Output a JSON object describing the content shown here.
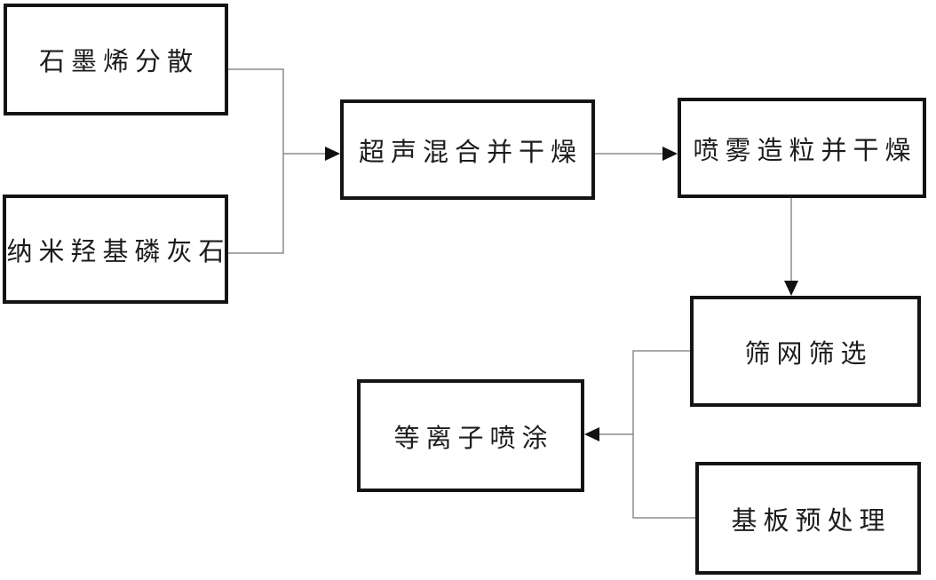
{
  "diagram": {
    "type": "flowchart",
    "title": "",
    "nodes": [
      {
        "id": "graphene-dispersion",
        "label": "石墨烯分散"
      },
      {
        "id": "nano-hydroxyapatite",
        "label": "纳米羟基磷灰石"
      },
      {
        "id": "ultrasonic-mix-dry",
        "label": "超声混合并干燥"
      },
      {
        "id": "spray-granulate-dry",
        "label": "喷雾造粒并干燥"
      },
      {
        "id": "sieve-screening",
        "label": "筛网筛选"
      },
      {
        "id": "plasma-spraying",
        "label": "等离子喷涂"
      },
      {
        "id": "substrate-pretreatment",
        "label": "基板预处理"
      }
    ],
    "edges": [
      {
        "from": [
          "graphene-dispersion",
          "nano-hydroxyapatite"
        ],
        "to": "ultrasonic-mix-dry",
        "style": "merge-bracket-arrow"
      },
      {
        "from": [
          "ultrasonic-mix-dry"
        ],
        "to": "spray-granulate-dry",
        "style": "arrow-right"
      },
      {
        "from": [
          "spray-granulate-dry"
        ],
        "to": "sieve-screening",
        "style": "arrow-down"
      },
      {
        "from": [
          "sieve-screening",
          "substrate-pretreatment"
        ],
        "to": "plasma-spraying",
        "style": "merge-bracket-arrow"
      }
    ],
    "colors": {
      "background": "#ffffff",
      "box_fill": "#ffffff",
      "box_border": "#141414",
      "connector": "#8c8c8c",
      "arrowhead": "#111111",
      "text": "#1c1c1c"
    }
  }
}
